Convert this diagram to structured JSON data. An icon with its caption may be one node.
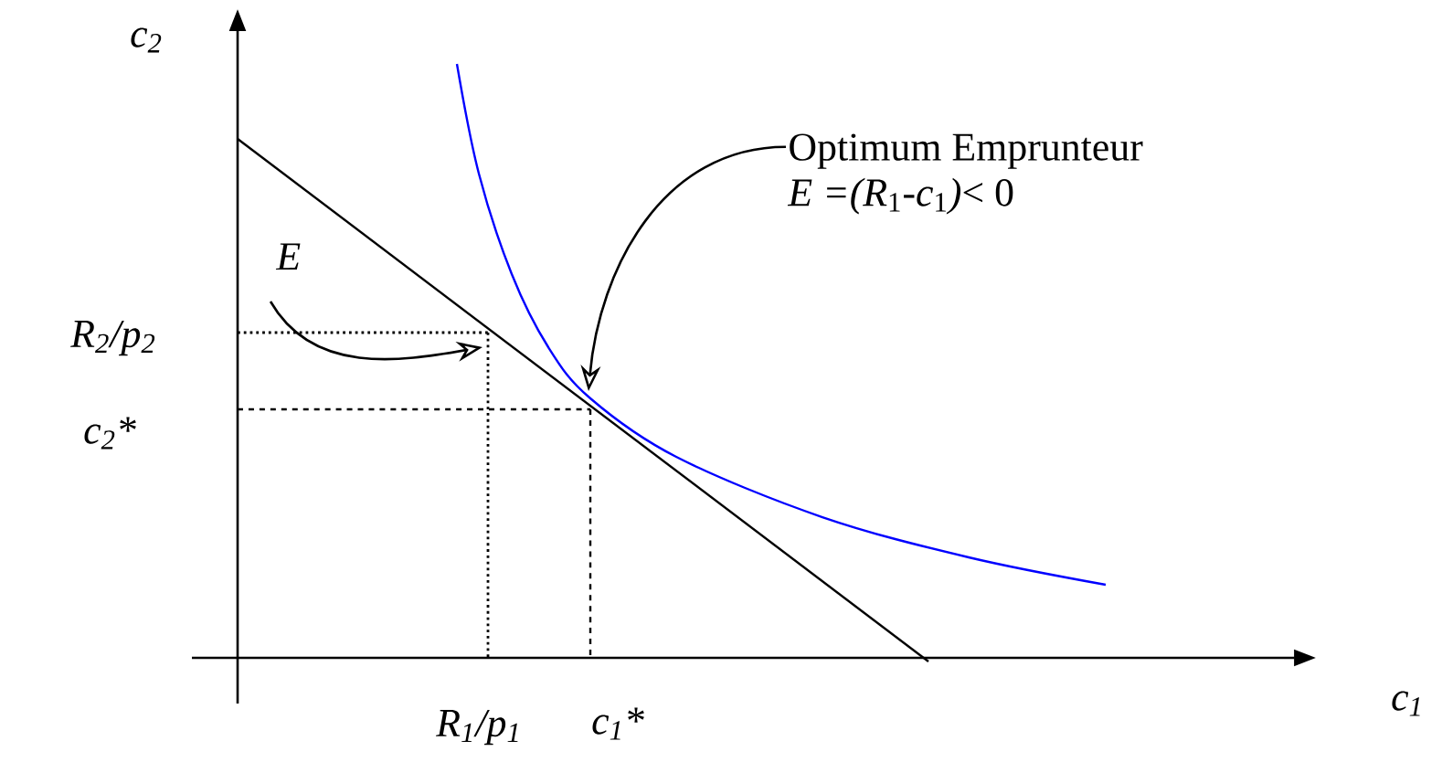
{
  "diagram": {
    "nodes": [
      {
        "text": [
          "Optimum Emprunteur",
          "*E =(R*$_{1}$*-c*$_{1}$*)*< 0"
        ]
      },
      {
        "text": [
          "E"
        ]
      }
    ],
    "edges": [
      {
        "from": 0,
        "to": null,
        "arrow": "to"
      },
      {
        "from": 1,
        "to": null,
        "arrow": "to"
      }
    ],
    "labels": [
      "c$_{2}$",
      "R$_{2}$/p$_{2}$",
      "c$_{2}$*",
      "c$_{1}$",
      "R$_{1}$/p$_{1}$",
      "c$_{1}$*"
    ]
  }
}
